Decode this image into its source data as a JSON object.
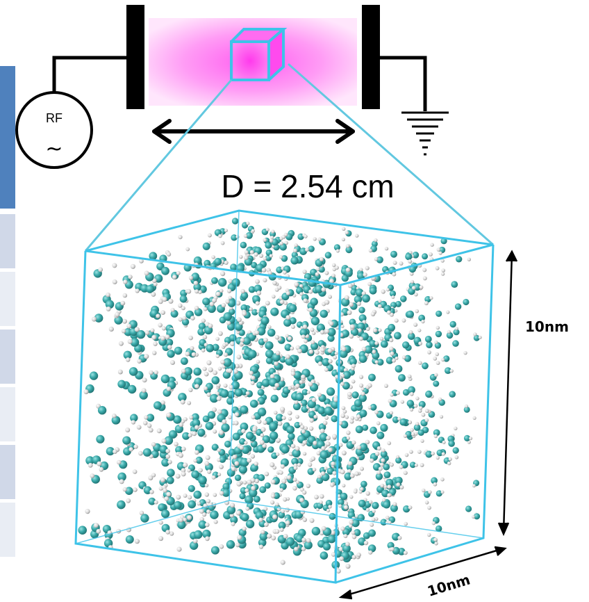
{
  "diagram": {
    "source_label": "RF",
    "source_symbol": "~",
    "gap_label": "D = 2.54 cm",
    "box_height_label": "10nm",
    "box_depth_label": "10nm"
  },
  "colors": {
    "plasma": "#ff7cf2",
    "box_outline": "#3ec3e8",
    "molecule_main": "#35a6a6",
    "molecule_hydrogen": "#d9d9d9",
    "side_strip_dark": "#4f81bd",
    "side_strip_light": "#d0d8e8"
  },
  "icons": {
    "source": "rf-source-icon",
    "ground": "ground-icon",
    "arrow": "double-arrow-icon"
  }
}
